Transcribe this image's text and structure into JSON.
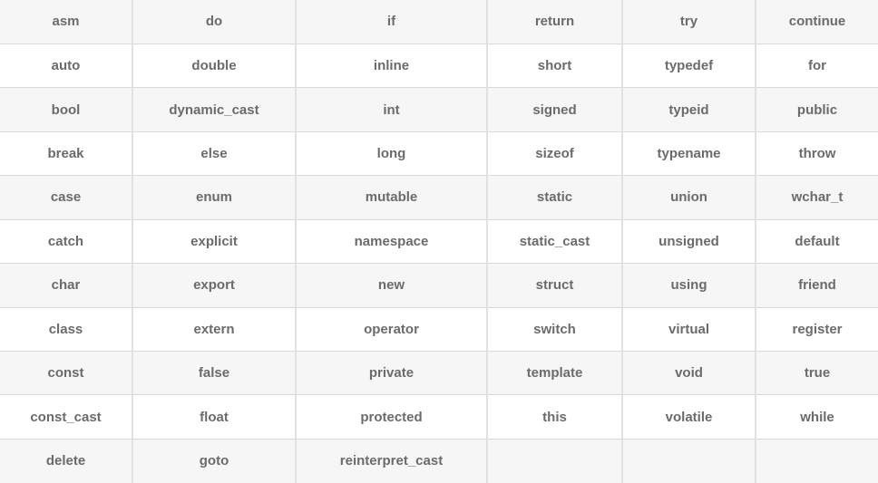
{
  "table": {
    "rows": [
      [
        "asm",
        "do",
        "if",
        "return",
        "try",
        "continue"
      ],
      [
        "auto",
        "double",
        "inline",
        "short",
        "typedef",
        "for"
      ],
      [
        "bool",
        "dynamic_cast",
        "int",
        "signed",
        "typeid",
        "public"
      ],
      [
        "break",
        "else",
        "long",
        "sizeof",
        "typename",
        "throw"
      ],
      [
        "case",
        "enum",
        "mutable",
        "static",
        "union",
        "wchar_t"
      ],
      [
        "catch",
        "explicit",
        "namespace",
        "static_cast",
        "unsigned",
        "default"
      ],
      [
        "char",
        "export",
        "new",
        "struct",
        "using",
        "friend"
      ],
      [
        "class",
        "extern",
        "operator",
        "switch",
        "virtual",
        "register"
      ],
      [
        "const",
        "false",
        "private",
        "template",
        "void",
        "true"
      ],
      [
        "const_cast",
        "float",
        "protected",
        "this",
        "volatile",
        "while"
      ],
      [
        "delete",
        "goto",
        "reinterpret_cast",
        "",
        "",
        ""
      ]
    ]
  },
  "colors": {
    "stripe_row_bg": "#f6f6f7",
    "plain_row_bg": "#ffffff",
    "column_border": "#dfe1e4",
    "row_border": "#d9dadc",
    "text": "#6b6b6b"
  }
}
